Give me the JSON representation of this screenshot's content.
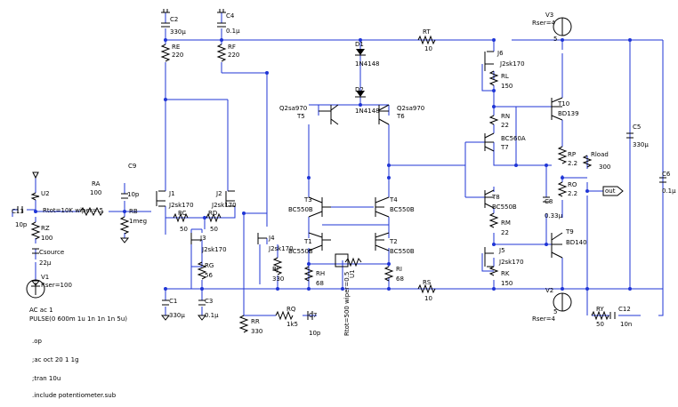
{
  "components": {
    "C2": {
      "name": "C2",
      "value": "330µ"
    },
    "C4": {
      "name": "C4",
      "value": "0.1µ"
    },
    "RE": {
      "name": "RE",
      "value": "220"
    },
    "RF": {
      "name": "RF",
      "value": "220"
    },
    "D1": {
      "name": "D1",
      "value": "1N4148"
    },
    "D2": {
      "name": "D2",
      "value": "1N4148"
    },
    "RT": {
      "name": "RT",
      "value": "10"
    },
    "V3": {
      "name": "V3",
      "value": "Rser=4",
      "pin": "5"
    },
    "J6": {
      "name": "J6",
      "value": "J2sk170"
    },
    "RL": {
      "name": "RL",
      "value": "150"
    },
    "T10": {
      "name": "T10",
      "value": "BD139"
    },
    "RN": {
      "name": "RN",
      "value": "22"
    },
    "Q2": {
      "name": "Q2sa970",
      "value": "T5"
    },
    "Q6": {
      "name": "Q2sa970",
      "value": "T6"
    },
    "T7": {
      "name": "BC560A",
      "value": "T7"
    },
    "C5": {
      "name": "C5",
      "value": "330µ"
    },
    "C6": {
      "name": "C6",
      "value": "0.1µ"
    },
    "RP": {
      "name": "RP",
      "value": "2.2"
    },
    "RO": {
      "name": "RO",
      "value": "2.2"
    },
    "Rload": {
      "name": "Rload",
      "value": "300"
    },
    "RA": {
      "name": "RA",
      "value": "100"
    },
    "C9": {
      "name": "C9",
      "value": "10p"
    },
    "RB": {
      "name": "RB",
      "value": "1meg"
    },
    "U2": {
      "name": "U2",
      "value": "Rtot=10K wiper=.5"
    },
    "C13": {
      "name": "C13",
      "value": "10p"
    },
    "RZ": {
      "name": "RZ",
      "value": "100"
    },
    "Csource": {
      "name": "Csource",
      "value": "22µ"
    },
    "V1": {
      "name": "V1",
      "value": "Rser=100"
    },
    "J1": {
      "name": "J1",
      "value": "J2sk170"
    },
    "J2": {
      "name": "J2",
      "value": "J2sk170"
    },
    "RC": {
      "name": "RC",
      "value": "50"
    },
    "RD": {
      "name": "RD",
      "value": "50"
    },
    "J3": {
      "name": "J3",
      "value": "J2sk170"
    },
    "RG": {
      "name": "RG",
      "value": "56"
    },
    "J4": {
      "name": "J4",
      "value": "J2sk170"
    },
    "RJ": {
      "name": "RJ",
      "value": "330"
    },
    "T3": {
      "name": "T3",
      "value": "BC550B"
    },
    "T4": {
      "name": "T4",
      "value": "BC550B"
    },
    "T1": {
      "name": "T1",
      "value": "BC550B"
    },
    "T2": {
      "name": "T2",
      "value": "BC550B"
    },
    "RH": {
      "name": "RH",
      "value": "68"
    },
    "RI": {
      "name": "RI",
      "value": "68"
    },
    "U1": {
      "name": "U1",
      "value": "Rtot=500 wiper=0.5"
    },
    "T8": {
      "name": "T8",
      "value": "BC550B"
    },
    "RM": {
      "name": "RM",
      "value": "22"
    },
    "C8": {
      "name": "C8",
      "value": "0.33µ"
    },
    "T9": {
      "name": "T9",
      "value": "BD140"
    },
    "J5": {
      "name": "J5",
      "value": "J2sk170"
    },
    "RK": {
      "name": "RK",
      "value": "150"
    },
    "V2": {
      "name": "V2",
      "value": "Rser=4",
      "pin": "5"
    },
    "RS": {
      "name": "RS",
      "value": "10"
    },
    "C1": {
      "name": "C1",
      "value": "330µ"
    },
    "C3": {
      "name": "C3",
      "value": "0.1µ"
    },
    "RR": {
      "name": "RR",
      "value": "330"
    },
    "RQ": {
      "name": "RQ",
      "value": "1k5"
    },
    "C7": {
      "name": "C7",
      "value": "10p"
    },
    "RY": {
      "name": "RY",
      "value": "50"
    },
    "C12": {
      "name": "C12",
      "value": "10n"
    }
  },
  "netlabel_out": "out",
  "source_line1": "AC ac 1",
  "source_line2": "PULSE(0 600m 1u 1n 1n 1n 5u)",
  "directives": [
    ".op",
    ";ac oct 20 1 1g",
    ";tran 10u",
    ".include potentiometer.sub"
  ]
}
